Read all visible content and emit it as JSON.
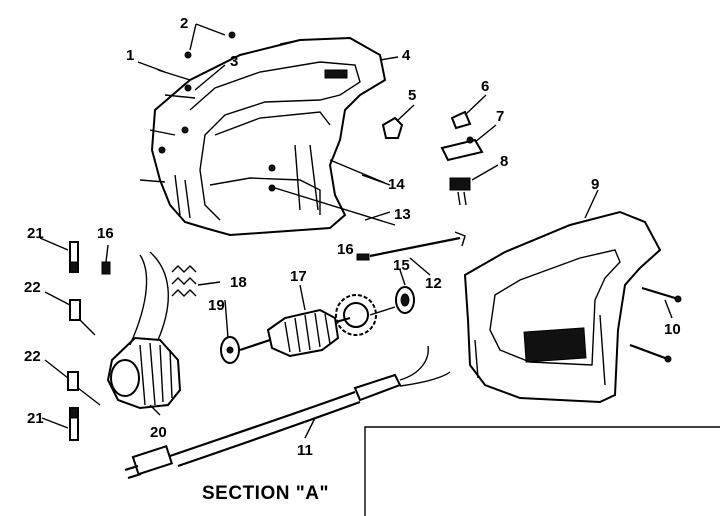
{
  "title": "SECTION \"A\"",
  "callouts": {
    "c1": "1",
    "c2": "2",
    "c3": "3",
    "c4": "4",
    "c5": "5",
    "c6": "6",
    "c7": "7",
    "c8": "8",
    "c9": "9",
    "c10": "10",
    "c11": "11",
    "c12": "12",
    "c13": "13",
    "c14": "14",
    "c15": "15",
    "c16a": "16",
    "c16b": "16",
    "c17": "17",
    "c18": "18",
    "c19": "19",
    "c20": "20",
    "c21a": "21",
    "c21b": "21",
    "c22a": "22",
    "c22b": "22"
  }
}
